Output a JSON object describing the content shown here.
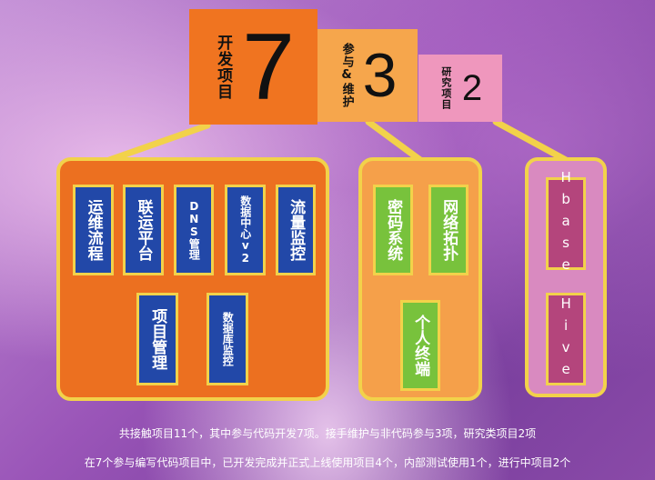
{
  "stats": {
    "dev": {
      "label": "开发项目",
      "value": "7",
      "color": "#f07420"
    },
    "maint": {
      "label": "参与&维护",
      "value": "3",
      "color": "#f6a64c"
    },
    "research": {
      "label": "研究项目",
      "value": "2",
      "color": "#ef97bd"
    }
  },
  "dev_items": [
    "运维流程",
    "联运平台",
    "DNS管理",
    "数据中心v2",
    "流量监控",
    "项目管理",
    "数据库监控"
  ],
  "maint_items": [
    "密码系统",
    "网络拓扑",
    "个人终端"
  ],
  "research_items": [
    "Hbase",
    "Hive"
  ],
  "captions": [
    "共接触项目11个，其中参与代码开发7项。接手维护与非代码参与3项，研究类项目2项",
    "在7个参与编写代码项目中，已开发完成并正式上线使用项目4个，内部测试使用1个，进行中项目2个"
  ]
}
